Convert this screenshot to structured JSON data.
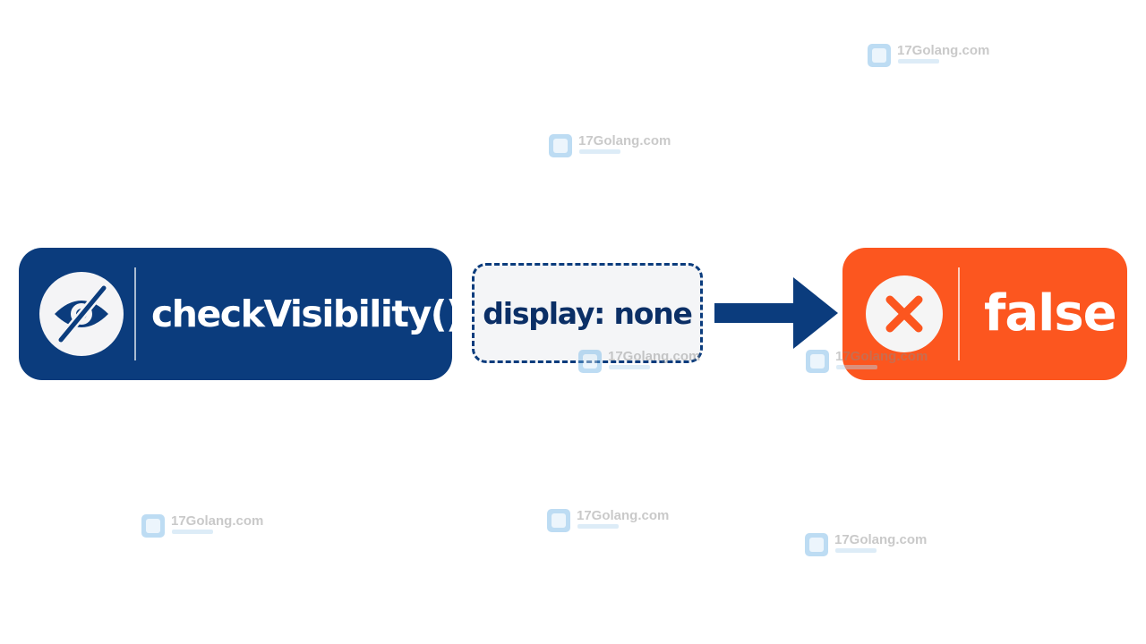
{
  "diagram": {
    "function_label": "checkVisibility()",
    "condition_label": "display: none",
    "result_label": "false"
  },
  "icons": {
    "left": "eye-slash-icon",
    "arrow": "arrow-right-icon",
    "right": "x-circle-icon"
  },
  "colors": {
    "primary_blue": "#0b3c7d",
    "result_orange": "#fc561f",
    "mid_background": "#f4f5f7"
  },
  "watermark": {
    "text": "17Golang.com"
  }
}
